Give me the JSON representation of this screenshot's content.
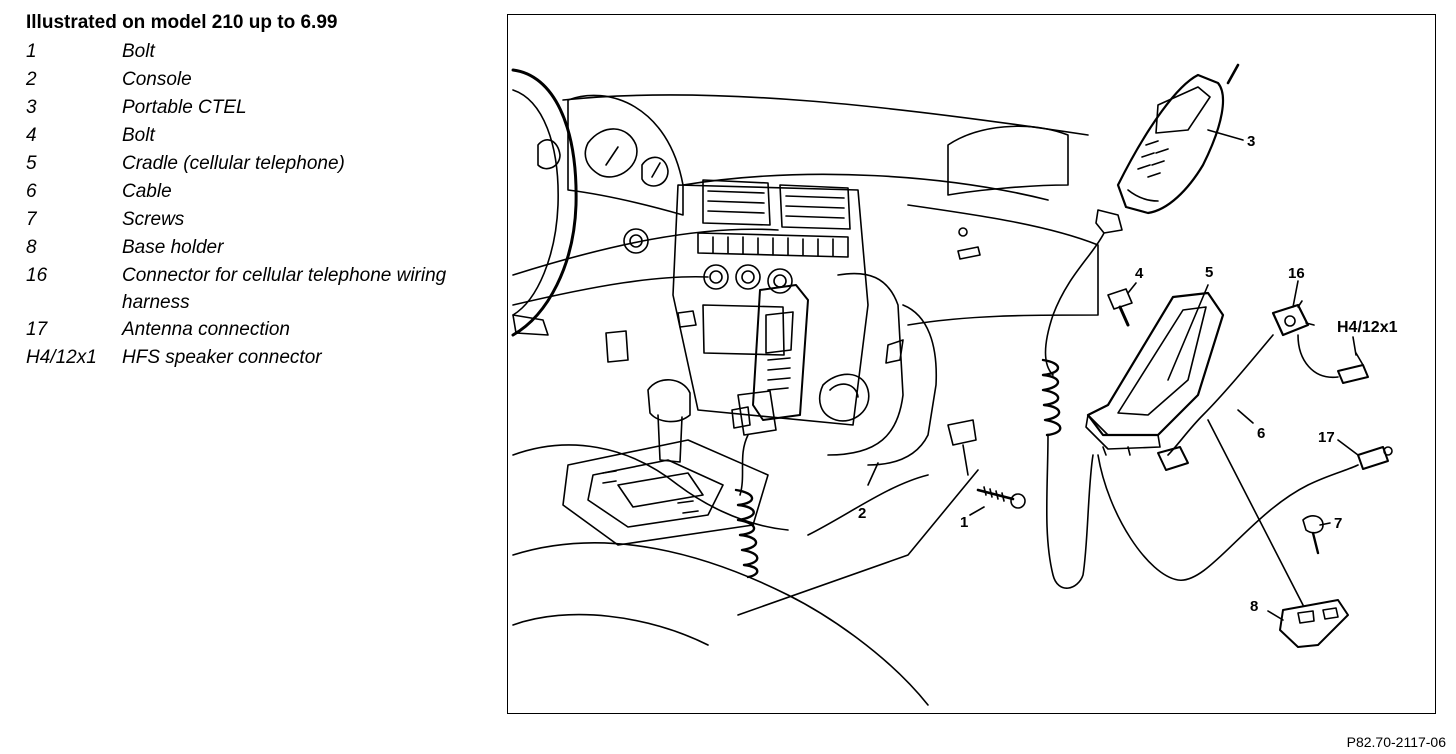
{
  "legend": {
    "title": "Illustrated on model 210 up to 6.99",
    "items": [
      {
        "num": "1",
        "desc": "Bolt"
      },
      {
        "num": "2",
        "desc": "Console"
      },
      {
        "num": "3",
        "desc": "Portable CTEL"
      },
      {
        "num": "4",
        "desc": "Bolt"
      },
      {
        "num": "5",
        "desc": "Cradle (cellular telephone)"
      },
      {
        "num": "6",
        "desc": "Cable"
      },
      {
        "num": "7",
        "desc": "Screws"
      },
      {
        "num": "8",
        "desc": "Base holder"
      },
      {
        "num": "16",
        "desc": "Connector for cellular telephone wiring harness"
      },
      {
        "num": "17",
        "desc": "Antenna connection"
      },
      {
        "num": "H4/12x1",
        "desc": "HFS speaker connector"
      }
    ]
  },
  "figure": {
    "callouts": {
      "c1": "1",
      "c2": "2",
      "c3": "3",
      "c4": "4",
      "c5": "5",
      "c6": "6",
      "c7": "7",
      "c8": "8",
      "c16": "16",
      "c17": "17",
      "ch4": "H4/12x1"
    },
    "reference": "P82.70-2117-06"
  }
}
